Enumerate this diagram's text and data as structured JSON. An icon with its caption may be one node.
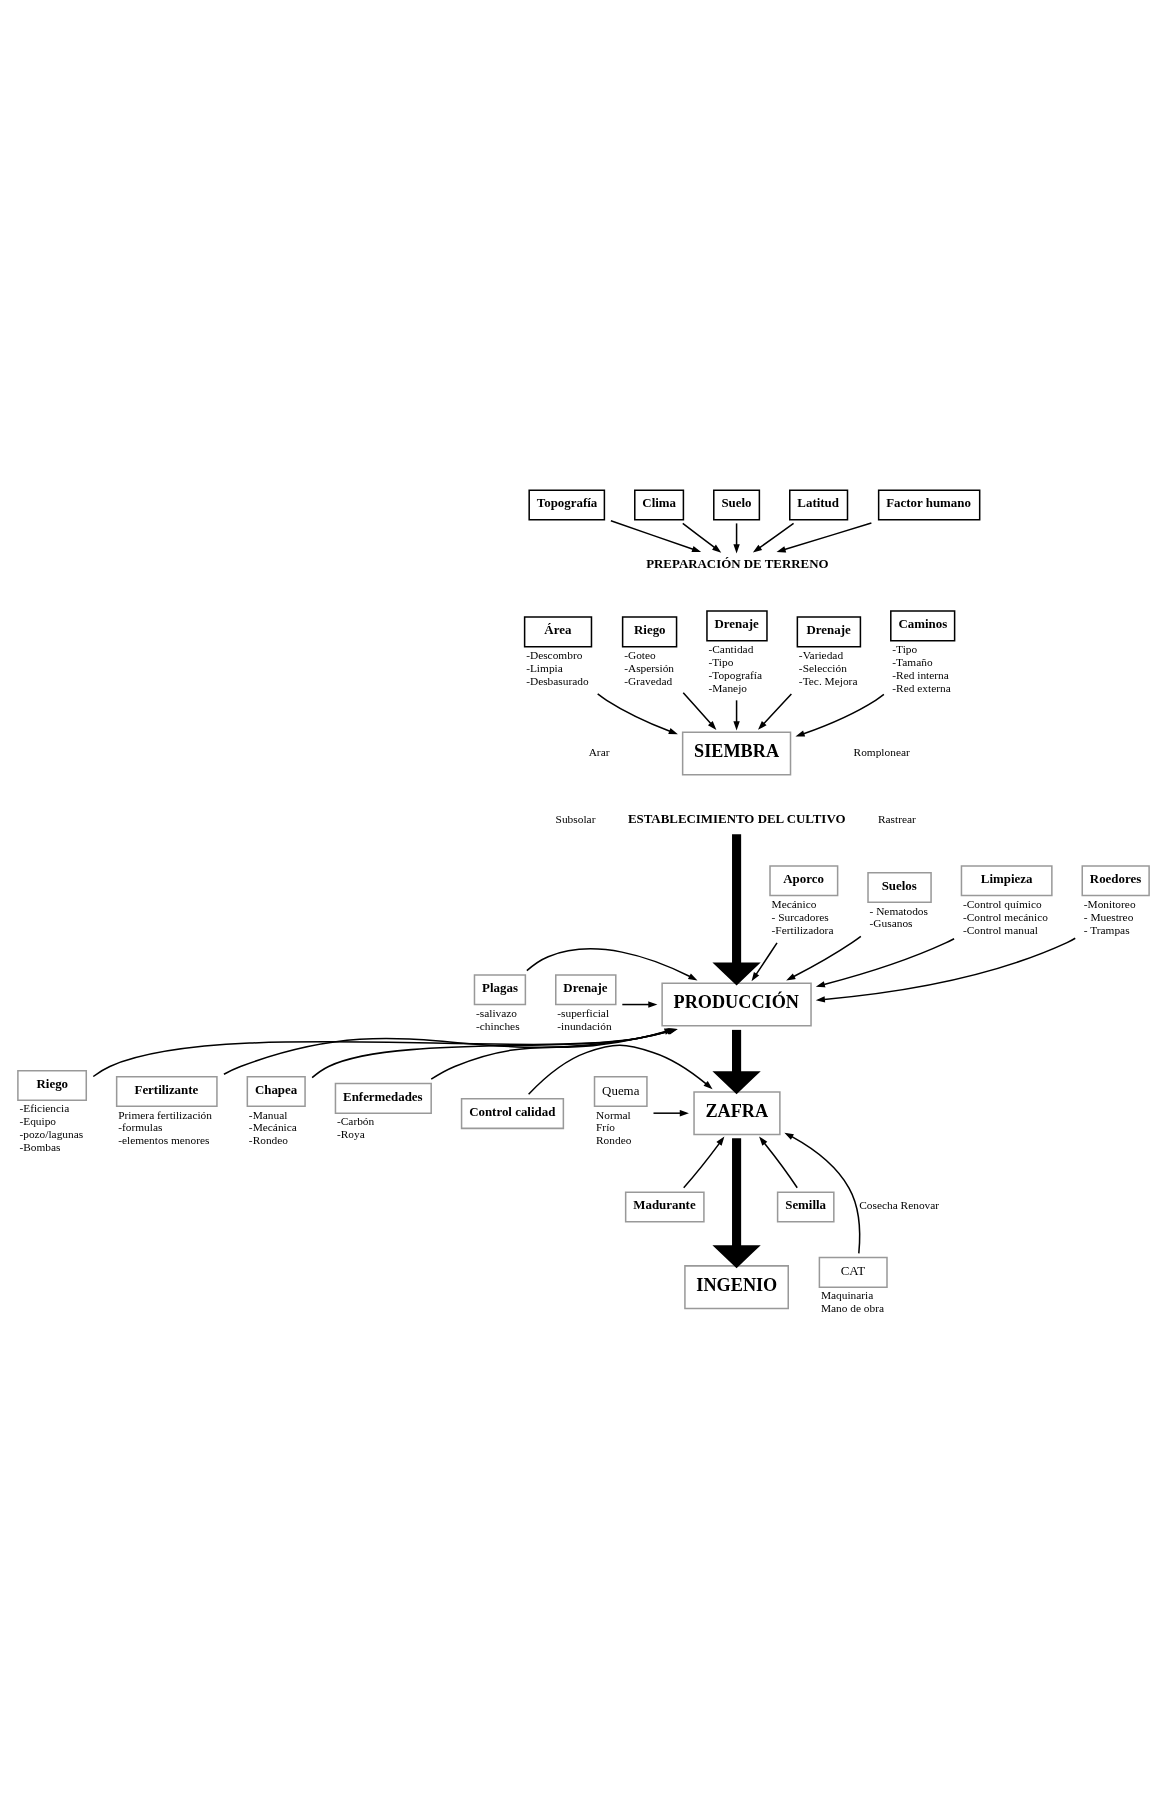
{
  "diagram": {
    "nodes": [
      {
        "text": [
          "Topografía"
        ]
      },
      {
        "text": [
          "Clima"
        ]
      },
      {
        "text": [
          "Suelo"
        ]
      },
      {
        "text": [
          "Latitud"
        ]
      },
      {
        "text": [
          "Factor humano"
        ]
      },
      {
        "text": [
          "PREPARACIÓN DE TERRENO"
        ]
      },
      {
        "text": [
          "Área"
        ],
        "beside": [
          "-Descombro",
          "-Limpia",
          "-Desbasurado"
        ]
      },
      {
        "text": [
          "Riego"
        ],
        "beside": [
          "-Goteo",
          "-Aspersión",
          "-Gravedad"
        ]
      },
      {
        "text": [
          "Drenaje"
        ],
        "beside": [
          "-Cantidad",
          "-Tipo",
          "-Topografía",
          "-Manejo"
        ]
      },
      {
        "text": [
          "Drenaje"
        ],
        "beside": [
          "-Variedad",
          "-Selección",
          "-Tec. Mejora"
        ]
      },
      {
        "text": [
          "Caminos"
        ],
        "beside": [
          "-Tipo",
          "-Tamaño",
          "-Red interna",
          "-Red externa"
        ]
      },
      {
        "text": [
          "SIEMBRA"
        ]
      },
      {
        "text": [
          "ESTABLECIMIENTO DEL CULTIVO"
        ]
      },
      {
        "text": [
          "PRODUCCIÓN"
        ]
      },
      {
        "text": [
          "Aporco"
        ],
        "beside": [
          "Mecánico",
          "- Surcadores",
          "-Fertilizadora"
        ]
      },
      {
        "text": [
          "Suelos"
        ],
        "beside": [
          "- Nematodos",
          "-Gusanos"
        ]
      },
      {
        "text": [
          "Limpieza"
        ],
        "beside": [
          "-Control químico",
          "-Control mecánico",
          "-Control manual"
        ]
      },
      {
        "text": [
          "Roedores"
        ],
        "beside": [
          "-Monitoreo",
          "- Muestreo",
          "- Trampas"
        ]
      },
      {
        "text": [
          "Drenaje"
        ],
        "beside": [
          "-superficial",
          "-inundación"
        ]
      },
      {
        "text": [
          "Plagas"
        ],
        "beside": [
          "-salivazo",
          "-chinches"
        ]
      },
      {
        "text": [
          "Riego"
        ],
        "beside": [
          "-Eficiencia",
          "-Equipo",
          "-pozo/lagunas",
          "-Bombas"
        ]
      },
      {
        "text": [
          "Fertilizante"
        ],
        "beside": [
          "Primera fertilización",
          "-formulas",
          "-elementos menores"
        ]
      },
      {
        "text": [
          "Chapea"
        ],
        "beside": [
          "-Manual",
          "-Mecánica",
          "-Rondeo"
        ]
      },
      {
        "text": [
          "Enfermedades"
        ],
        "beside": [
          "-Carbón",
          "-Roya"
        ]
      },
      {
        "text": [
          "ZAFRA"
        ]
      },
      {
        "text": [
          "Quema"
        ],
        "beside": [
          "Normal",
          "Frío",
          "Rondeo"
        ]
      },
      {
        "text": [
          "Control calidad"
        ]
      },
      {
        "text": [
          "Semilla"
        ]
      },
      {
        "text": [
          "Madurante"
        ]
      },
      {
        "text": [
          "CAT"
        ],
        "beside": [
          "Maquinaria",
          "Mano de obra"
        ]
      },
      {
        "text": [
          "INGENIO"
        ]
      }
    ],
    "edges": [
      {
        "from": 0,
        "to": 5,
        "arrow": "to"
      },
      {
        "from": 1,
        "to": 5,
        "arrow": "to"
      },
      {
        "from": 2,
        "to": 5,
        "arrow": "to"
      },
      {
        "from": 3,
        "to": 5,
        "arrow": "to"
      },
      {
        "from": 4,
        "to": 5,
        "arrow": "to"
      },
      {
        "from": 6,
        "to": 11,
        "arrow": "to"
      },
      {
        "from": 7,
        "to": 11,
        "arrow": "to"
      },
      {
        "from": 8,
        "to": 11,
        "arrow": "to"
      },
      {
        "from": 9,
        "to": 11,
        "arrow": "to"
      },
      {
        "from": 10,
        "to": 11,
        "arrow": "to"
      },
      {
        "from": 12,
        "to": 13,
        "arrow": "to",
        "style": "thick"
      },
      {
        "from": 14,
        "to": 13,
        "arrow": "to"
      },
      {
        "from": 15,
        "to": 13,
        "arrow": "to"
      },
      {
        "from": 16,
        "to": 13,
        "arrow": "to"
      },
      {
        "from": 17,
        "to": 13,
        "arrow": "to"
      },
      {
        "from": 18,
        "to": 13,
        "arrow": "to"
      },
      {
        "from": 19,
        "to": 13,
        "arrow": "to"
      },
      {
        "from": 20,
        "to": 13,
        "arrow": "to"
      },
      {
        "from": 21,
        "to": 13,
        "arrow": "to"
      },
      {
        "from": 22,
        "to": 13,
        "arrow": "to"
      },
      {
        "from": 23,
        "to": 13,
        "arrow": "to"
      },
      {
        "from": 13,
        "to": 24,
        "arrow": "to",
        "style": "thick"
      },
      {
        "from": 25,
        "to": 24,
        "arrow": "to"
      },
      {
        "from": 26,
        "to": 24,
        "arrow": "to"
      },
      {
        "from": 27,
        "to": 24,
        "arrow": "to"
      },
      {
        "from": 28,
        "to": 24,
        "arrow": "to"
      },
      {
        "from": 29,
        "to": 24,
        "arrow": "to",
        "label": "Cosecha Renovar"
      },
      {
        "from": 24,
        "to": 30,
        "arrow": "to",
        "style": "thick"
      }
    ],
    "labels": [
      "Arar",
      "Subsolar",
      "Romplonear",
      "Rastrear"
    ]
  }
}
